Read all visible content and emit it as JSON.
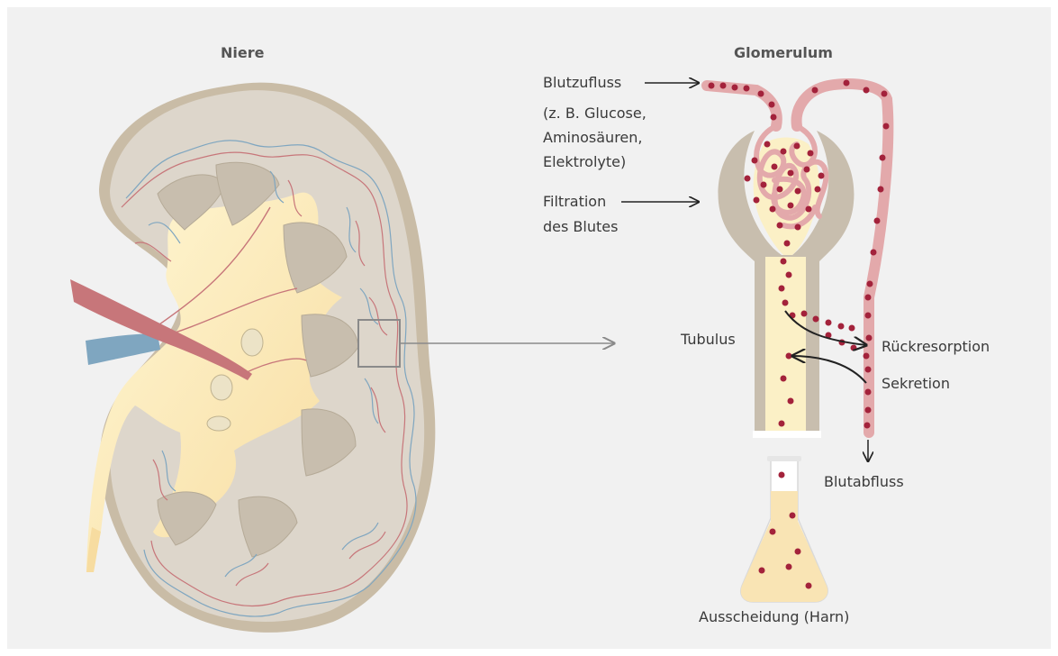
{
  "titles": {
    "kidney": "Niere",
    "glomerulus": "Glomerulum"
  },
  "labels": {
    "inflow_1": "Blutzufluss",
    "inflow_2": "(z. B. Glucose,",
    "inflow_3": "Aminosäuren,",
    "inflow_4": "Elektrolyte)",
    "filtration_1": "Filtration",
    "filtration_2": "des Blutes",
    "tubulus": "Tubulus",
    "reabsorption": "Rückresorption",
    "secretion": "Sekretion",
    "outflow": "Blutabfluss",
    "excretion": "Ausscheidung (Harn)"
  },
  "colors": {
    "background": "#f1f1f1",
    "kidney_cortex": "#ddd6cb",
    "kidney_capsule": "#c9bca6",
    "pelvis": "#fbf0c6",
    "pyramid": "#c8beae",
    "vein": "#7fa6c0",
    "artery": "#c7767a",
    "blood_vessel": "#e3a9ab",
    "blood_cell": "#a3223b",
    "urine": "#f9e4b4"
  }
}
